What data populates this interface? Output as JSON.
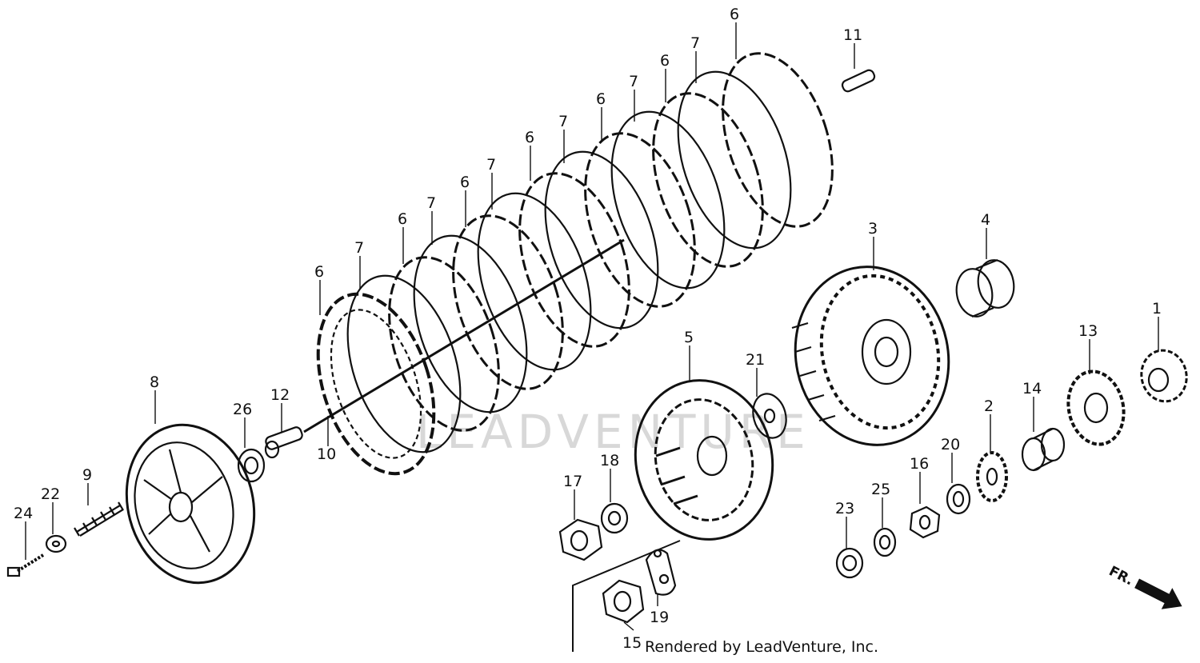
{
  "labels": {
    "p1": "1",
    "p2": "2",
    "p3": "3",
    "p4": "4",
    "p5": "5",
    "p6": "6",
    "p7": "7",
    "p8": "8",
    "p9": "9",
    "p10": "10",
    "p11": "11",
    "p12": "12",
    "p13": "13",
    "p14": "14",
    "p15": "15",
    "p16": "16",
    "p17": "17",
    "p18": "18",
    "p19": "19",
    "p20": "20",
    "p21": "21",
    "p22": "22",
    "p23": "23",
    "p24": "24",
    "p25": "25",
    "p26": "26"
  },
  "direction_marker": "FR.",
  "watermark": "LEADVENTURE",
  "credit": "Rendered by LeadVenture, Inc."
}
